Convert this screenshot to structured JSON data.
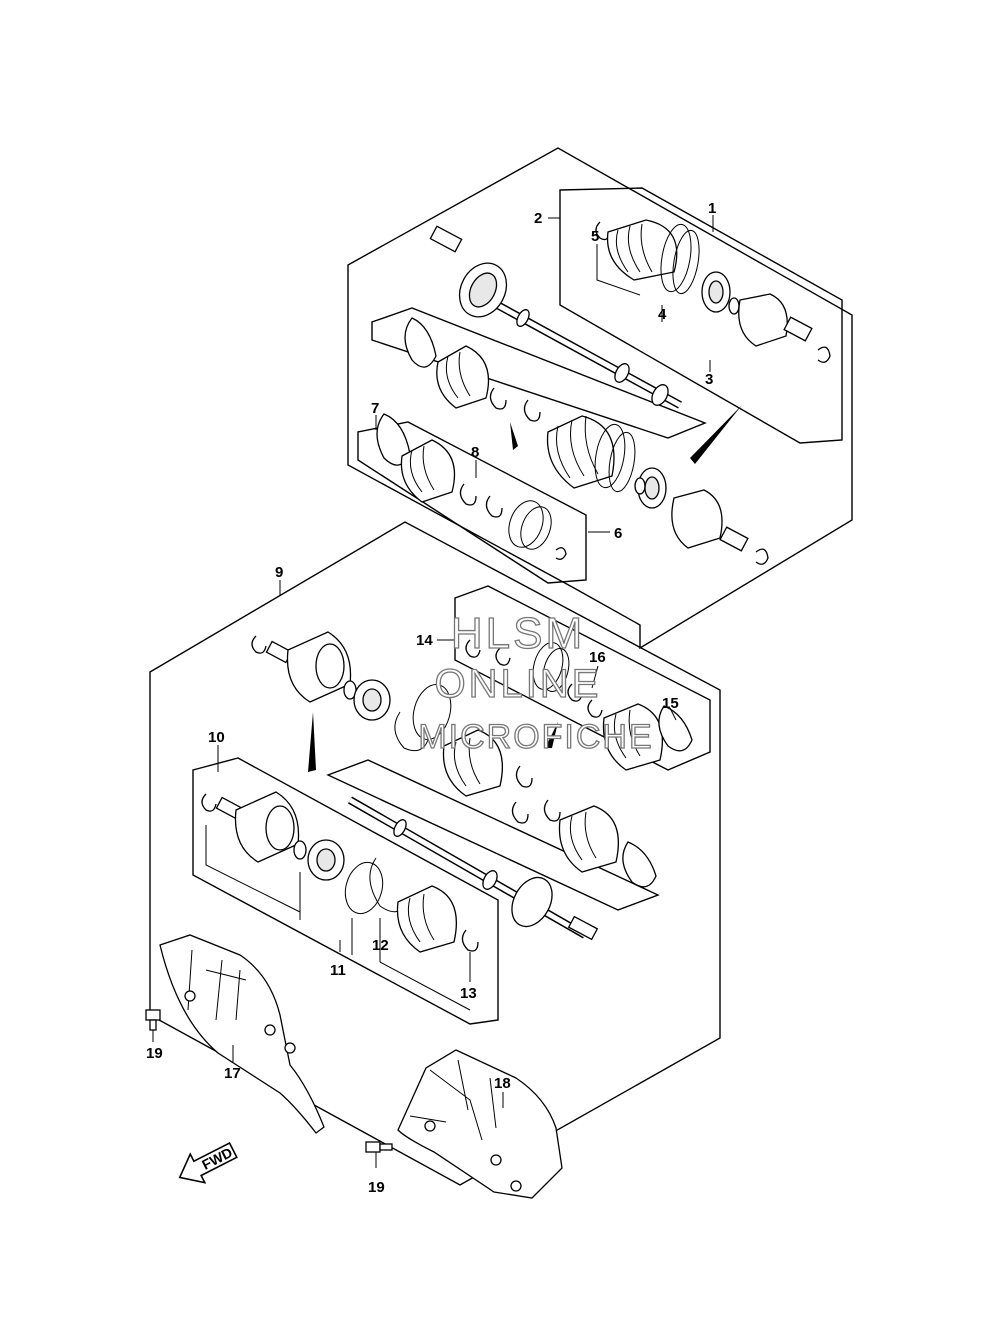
{
  "callouts": {
    "c1": "1",
    "c2": "2",
    "c3": "3",
    "c4": "4",
    "c5": "5",
    "c6": "6",
    "c7": "7",
    "c8": "8",
    "c9": "9",
    "c10": "10",
    "c11": "11",
    "c12": "12",
    "c13": "13",
    "c14": "14",
    "c15": "15",
    "c16": "16",
    "c17": "17",
    "c18": "18",
    "c19a": "19",
    "c19b": "19"
  },
  "watermark": {
    "line1": "HLSM",
    "line2": "ONLINE",
    "line3": "MICROFICHE"
  },
  "fwd_label": "FWD"
}
